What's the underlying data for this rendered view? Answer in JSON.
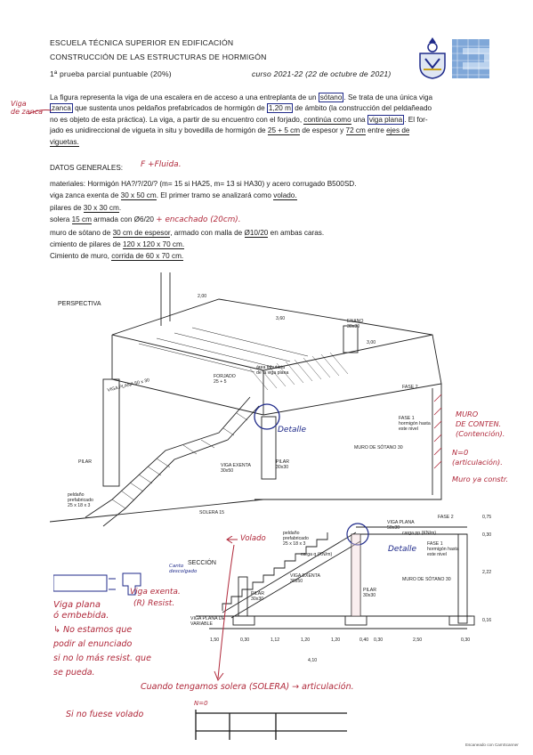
{
  "header": {
    "school": "ESCUELA TÉCNICA SUPERIOR EN EDIFICACIÓN",
    "course": "CONSTRUCCIÓN DE LAS ESTRUCTURAS DE HORMIGÓN",
    "exam": "1ª prueba parcial puntuable (20%)",
    "term": "curso 2021-22 (22 de octubre de 2021)"
  },
  "intro": {
    "l1a": "La figura representa la viga de una escalera en de acceso a una entreplanta de un",
    "l1b": "sótano",
    "l1c": ". Se trata de una única viga",
    "l2a": "zanca",
    "l2b": "que sustenta unos peldaños prefabricados de hormigón de",
    "l2c": "1,20 m",
    "l2d": "de ámbito (la construcción del peldañeado",
    "l3a": "no es objeto de esta práctica). La viga, a partir de su encuentro con el forjado,",
    "l3b": "continúa como",
    "l3c": "una",
    "l3d": "viga plana",
    "l3e": ". El for-",
    "l4a": "jado es unidireccional de vigueta in situ y bovedilla de hormigón de",
    "l4b": "25 + 5 cm",
    "l4c": "de espesor y",
    "l4d": "72 cm",
    "l4e": "entre",
    "l4f": "ejes de",
    "l5": "viguetas."
  },
  "datos": {
    "title": "DATOS GENERALES:",
    "m1": "materiales: Hormigón HA?/?/20/? (m= 15 si HA25, m= 13 si HA30) y acero corrugado B500SD.",
    "m2a": "viga zanca exenta de",
    "m2b": "30 x 50 cm",
    "m2c": ". El primer tramo se analizará como",
    "m2d": "volado.",
    "m3a": "pilares de",
    "m3b": "30 x 30 cm",
    "m3c": ".",
    "m4a": "solera",
    "m4b": "15 cm",
    "m4c": "armada con Ø6/20",
    "m5a": "muro de sótano de",
    "m5b": "30 cm de espesor",
    "m5c": ", armado con malla de",
    "m5d": "Ø10/20",
    "m5e": "en ambas caras.",
    "m6a": "cimiento de pilares de",
    "m6b": "120 x 120 x 70 cm.",
    "m7a": "Cimiento de muro,",
    "m7b": "corrida de 60 x 70 cm."
  },
  "labels": {
    "perspectiva": "PERSPECTIVA",
    "seccion": "SECCIÓN",
    "enano": "ENANO\n30x30",
    "forjado": "FORJADO\n25 + 5",
    "viga_plana": "VIGA PLANA 50 x 30",
    "area_tributaria": "área tributaria\nde la viga plana",
    "fase2": "FASE 2",
    "fase1": "FASE 1\nhormigón hasta\neste nivel",
    "muro_sotano": "MURO DE SÓTANO 30",
    "pilar": "PILAR",
    "pilar_3030": "PILAR\n30x30",
    "viga_exenta": "VIGA EXENTA\n30x50",
    "peldano": "peldaño\nprefabricado\n25 x 18 x 3",
    "solera": "SOLERA 15",
    "viga_plana_sec": "VIGA PLANA\n50x30",
    "carga_pp": "carga pp (KN/m)",
    "carga_q": "carga q (KN/m)",
    "viga_plana_var": "VIGA PLANA DE\nVARIABLE",
    "d_200": "2,00",
    "d_360": "3,60",
    "d_300": "3,00",
    "d_120": "1,20",
    "d_112": "1,12",
    "d_150": "1,50",
    "d_030a": "0,30",
    "d_410": "4,10",
    "d_250": "2,50",
    "d_030b": "0,30",
    "d_040": "0,40",
    "d_075": "0,75",
    "d_222": "2,22",
    "d_016": "0,16",
    "footer": "Escaneado con CamScanner"
  },
  "handwriting": {
    "viga_zanca": "Viga\nde zanca",
    "fluida": "F +Fluida.",
    "encachado": "+ encachado (20cm).",
    "detalle1": "Detalle",
    "detalle2": "Detalle",
    "muro_conten": "MURO\nDE CONTEN.\n(Contención).",
    "n0": "N=0\n(articulación).",
    "muro_const": "Muro ya constr.",
    "volado": "Volado",
    "descuelgue": "Canto\ndescolgado",
    "viga_exenta_hw": "Viga exenta.",
    "resist": "(R) Resist.",
    "viga_plana_hw": "Viga plana\nó embebida.",
    "note": "↳ No estamos que\npodir al enunciado\nsi no lo más resist. que\nse pueda.",
    "solera_note": "Cuando tengamos solera (SOLERA) → articulación.",
    "volado_note": "Si no fuese volado",
    "n0b": "N=0"
  }
}
